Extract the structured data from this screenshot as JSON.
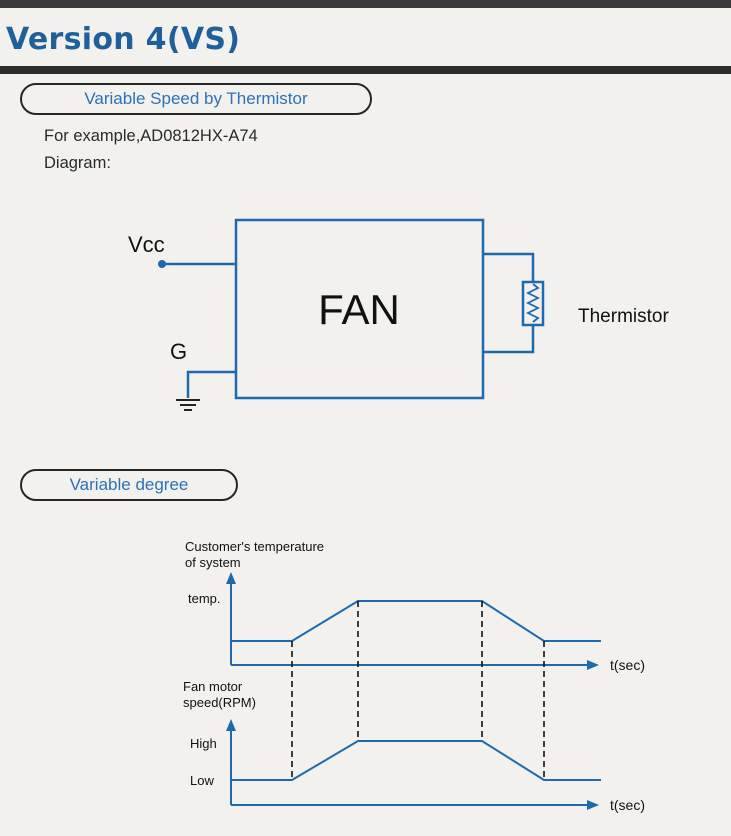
{
  "title": "Version 4(VS)",
  "section1": {
    "pill_label": "Variable Speed by Thermistor",
    "example": "For example,AD0812HX-A74",
    "diagram_label": "Diagram:"
  },
  "circuit": {
    "vcc": "Vcc",
    "ground": "G",
    "fan": "FAN",
    "thermistor": "Thermistor"
  },
  "section2": {
    "pill_label": "Variable degree"
  },
  "chart_data": {
    "type": "line",
    "top": {
      "ylabel_line1": "Customer's temperature",
      "ylabel_line2": "of system",
      "level_label": "temp.",
      "xlabel": "t(sec)"
    },
    "bottom": {
      "ylabel_line1": "Fan motor",
      "ylabel_line2": "speed(RPM)",
      "high_label": "High",
      "low_label": "Low",
      "xlabel": "t(sec)"
    }
  },
  "colors": {
    "title": "#1f5f9a",
    "accent": "#2a73b8",
    "line": "#1d6aae"
  }
}
